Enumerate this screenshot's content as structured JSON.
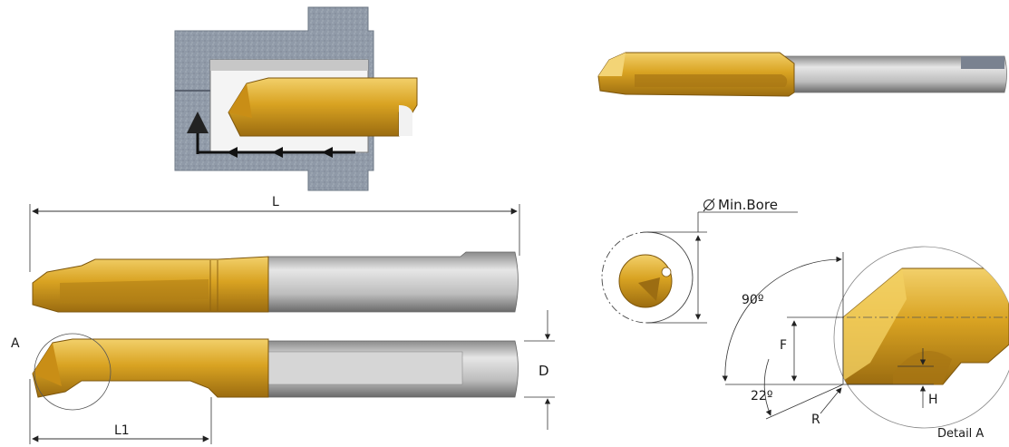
{
  "labels": {
    "overall_length": "L",
    "cutting_length": "L1",
    "shank_diameter": "D",
    "detail_ref": "A",
    "min_bore": "Min.Bore",
    "angle_90": "90º",
    "angle_22": "22º",
    "dim_f": "F",
    "dim_h": "H",
    "dim_r": "R",
    "detail_title": "Detail A"
  },
  "icons": {
    "diameter_symbol": "diameter-icon"
  },
  "colors": {
    "gold": "#d9a322",
    "gold_dark": "#8f6412",
    "gold_light": "#f1cd5f",
    "steel": "#b5b5b5",
    "steel_dark": "#6d6d6d",
    "steel_light": "#e3e3e3",
    "workpiece": "#8e98a6",
    "line": "#222222"
  }
}
